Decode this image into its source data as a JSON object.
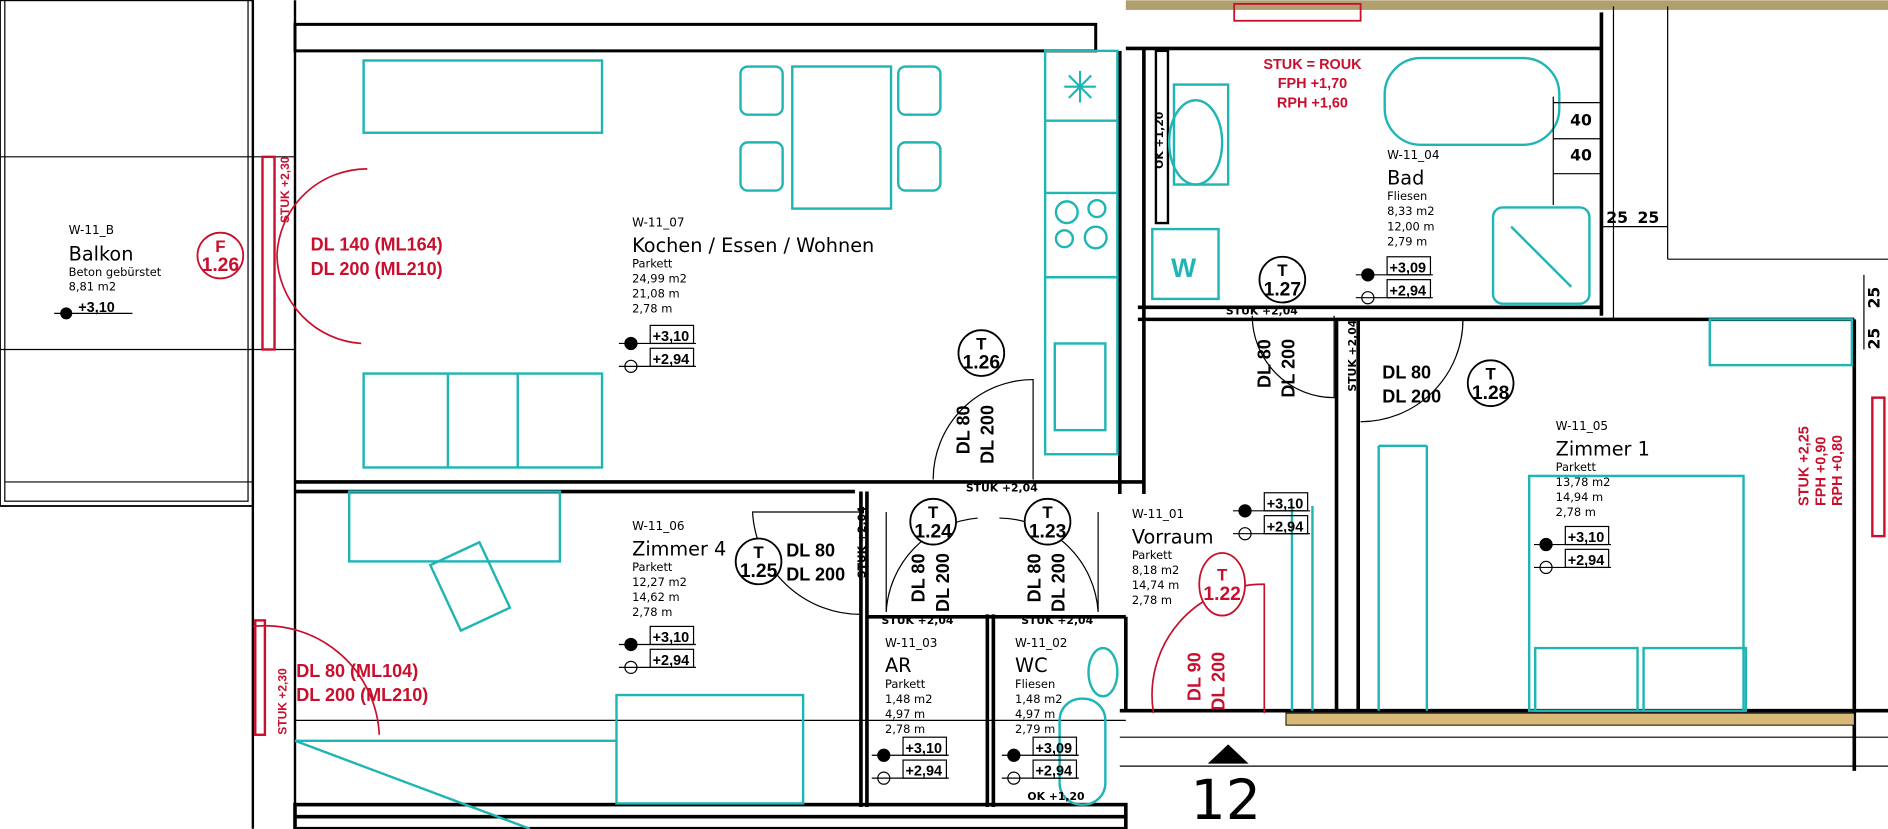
{
  "plan": {
    "section_marker": "12",
    "colors": {
      "wall": "#000000",
      "furniture": "#1fb5b5",
      "openings": "#c8102e",
      "insulation": "#d9b977",
      "facade_top": "#b0a070"
    },
    "rooms": [
      {
        "id": "W-11_B",
        "name": "Balkon",
        "floor": "Beton gebürstet",
        "area": "8,81 m2",
        "levels": [
          "+3,10"
        ]
      },
      {
        "id": "W-11_07",
        "name": "Kochen / Essen / Wohnen",
        "floor": "Parkett",
        "area": "24,99 m2",
        "perimeter": "21,08  m",
        "height": "2,78  m",
        "levels": [
          "+3,10",
          "+2,94"
        ]
      },
      {
        "id": "W-11_06",
        "name": "Zimmer 4",
        "floor": "Parkett",
        "area": "12,27 m2",
        "perimeter": "14,62  m",
        "height": "2,78  m",
        "levels": [
          "+3,10",
          "+2,94"
        ]
      },
      {
        "id": "W-11_03",
        "name": "AR",
        "floor": "Parkett",
        "area": "1,48 m2",
        "perimeter": "4,97   m",
        "height": "2,78   m",
        "levels": [
          "+3,10",
          "+2,94"
        ]
      },
      {
        "id": "W-11_02",
        "name": "WC",
        "floor": "Fliesen",
        "area": "1,48 m2",
        "perimeter": "4,97   m",
        "height": "2,79   m",
        "levels": [
          "+3,09",
          "+2,94"
        ]
      },
      {
        "id": "W-11_01",
        "name": "Vorraum",
        "floor": "Parkett",
        "area": "8,18 m2",
        "perimeter": "14,74  m",
        "height": "2,78  m",
        "levels": [
          "+3,10",
          "+2,94"
        ]
      },
      {
        "id": "W-11_04",
        "name": "Bad",
        "floor": "Fliesen",
        "area": "8,33 m2",
        "perimeter": "12,00  m",
        "height": "2,79  m",
        "levels": [
          "+3,09",
          "+2,94"
        ]
      },
      {
        "id": "W-11_05",
        "name": "Zimmer 1",
        "floor": "Parkett",
        "area": "13,78 m2",
        "perimeter": "14,94  m",
        "height": "2,78  m",
        "levels": [
          "+3,10",
          "+2,94"
        ]
      }
    ],
    "doors": [
      {
        "type": "F",
        "num": "1.26",
        "w": "DL 140 (ML164)",
        "h": "DL 200 (ML210)"
      },
      {
        "type": "T",
        "num": "1.26",
        "w": "DL 80",
        "h": "DL 200"
      },
      {
        "type": "T",
        "num": "1.27",
        "w": "DL 80",
        "h": "DL 200"
      },
      {
        "type": "T",
        "num": "1.28",
        "w": "DL 80",
        "h": "DL 200"
      },
      {
        "type": "T",
        "num": "1.25",
        "w": "DL 80",
        "h": "DL 200"
      },
      {
        "type": "T",
        "num": "1.24",
        "w": "DL 80",
        "h": "DL 200"
      },
      {
        "type": "T",
        "num": "1.23",
        "w": "DL 80",
        "h": "DL 200"
      },
      {
        "type": "T",
        "num": "1.22",
        "w": "DL 90",
        "h": "DL 200"
      }
    ],
    "window_zimmer4": {
      "w": "DL 80 (ML104)",
      "h": "DL 200 (ML210)"
    },
    "bad_window": [
      "STUK = ROUK",
      "FPH +1,70",
      "RPH +1,60"
    ],
    "zimmer1_window": [
      "STUK +2,25",
      "FPH +0,90",
      "RPH +0,80"
    ],
    "stuk": {
      "s230": "STUK +2,30",
      "s204": "STUK +2,04",
      "ok120": "OK +1,20"
    },
    "dimensions": {
      "d40": "40",
      "d25": "25"
    },
    "appliance_w": "W"
  }
}
